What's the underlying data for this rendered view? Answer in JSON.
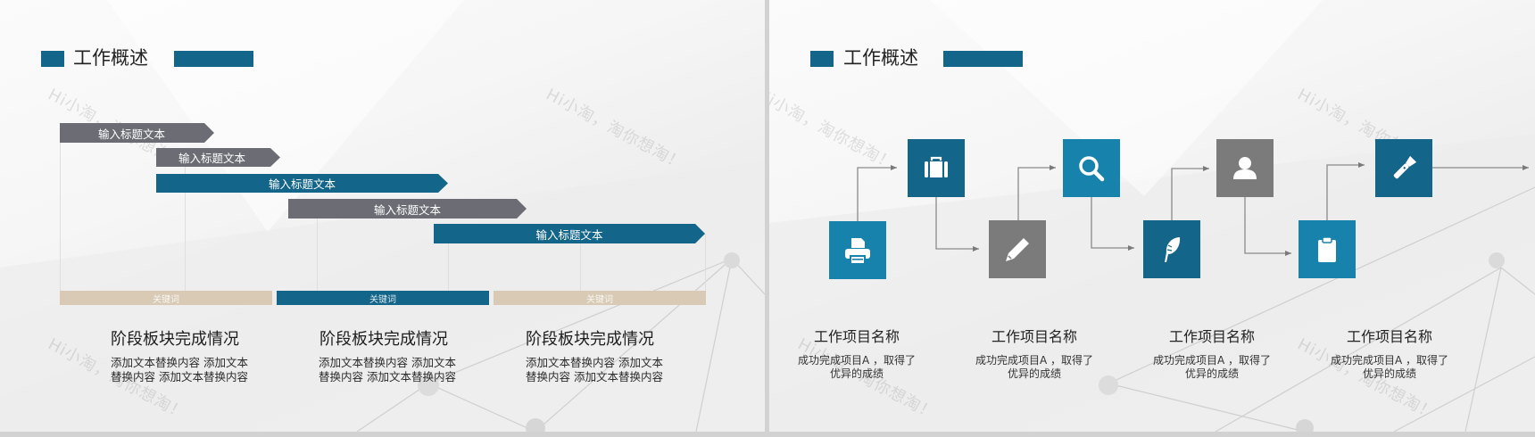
{
  "watermark": "Hi小淘，淘你想淘！",
  "colors": {
    "teal_dark": "#136589",
    "teal_light": "#1783ad",
    "gray_bar": "#6c6d74",
    "gray_icon": "#7b7b7b",
    "tan": "#d8cab4"
  },
  "slide1": {
    "header": {
      "title": "工作概述"
    },
    "gantt_bars": [
      {
        "label": "输入标题文本",
        "color": "gray"
      },
      {
        "label": "输入标题文本",
        "color": "gray"
      },
      {
        "label": "输入标题文本",
        "color": "teal"
      },
      {
        "label": "输入标题文本",
        "color": "gray"
      },
      {
        "label": "输入标题文本",
        "color": "teal"
      }
    ],
    "keywords": [
      {
        "label": "关键词",
        "color": "tan"
      },
      {
        "label": "关键词",
        "color": "teal"
      },
      {
        "label": "关键词",
        "color": "tan"
      }
    ],
    "stages": [
      {
        "title": "阶段板块完成情况",
        "line1": "添加文本替换内容  添加文本",
        "line2": "替换内容  添加文本替换内容"
      },
      {
        "title": "阶段板块完成情况",
        "line1": "添加文本替换内容  添加文本",
        "line2": "替换内容  添加文本替换内容"
      },
      {
        "title": "阶段板块完成情况",
        "line1": "添加文本替换内容  添加文本",
        "line2": "替换内容  添加文本替换内容"
      }
    ]
  },
  "slide2": {
    "header": {
      "title": "工作概述"
    },
    "icons": [
      {
        "name": "printer-icon",
        "color": "light"
      },
      {
        "name": "briefcase-icon",
        "color": "dark"
      },
      {
        "name": "pencil-icon",
        "color": "gray"
      },
      {
        "name": "search-icon",
        "color": "light"
      },
      {
        "name": "feather-icon",
        "color": "dark"
      },
      {
        "name": "user-icon",
        "color": "gray"
      },
      {
        "name": "clipboard-icon",
        "color": "light"
      },
      {
        "name": "flashlight-icon",
        "color": "dark"
      }
    ],
    "items": [
      {
        "title": "工作项目名称",
        "line1": "成功完成项目A ，取得了",
        "line2": "优异的成绩"
      },
      {
        "title": "工作项目名称",
        "line1": "成功完成项目A ，取得了",
        "line2": "优异的成绩"
      },
      {
        "title": "工作项目名称",
        "line1": "成功完成项目A ，取得了",
        "line2": "优异的成绩"
      },
      {
        "title": "工作项目名称",
        "line1": "成功完成项目A ，取得了",
        "line2": "优异的成绩"
      }
    ]
  }
}
